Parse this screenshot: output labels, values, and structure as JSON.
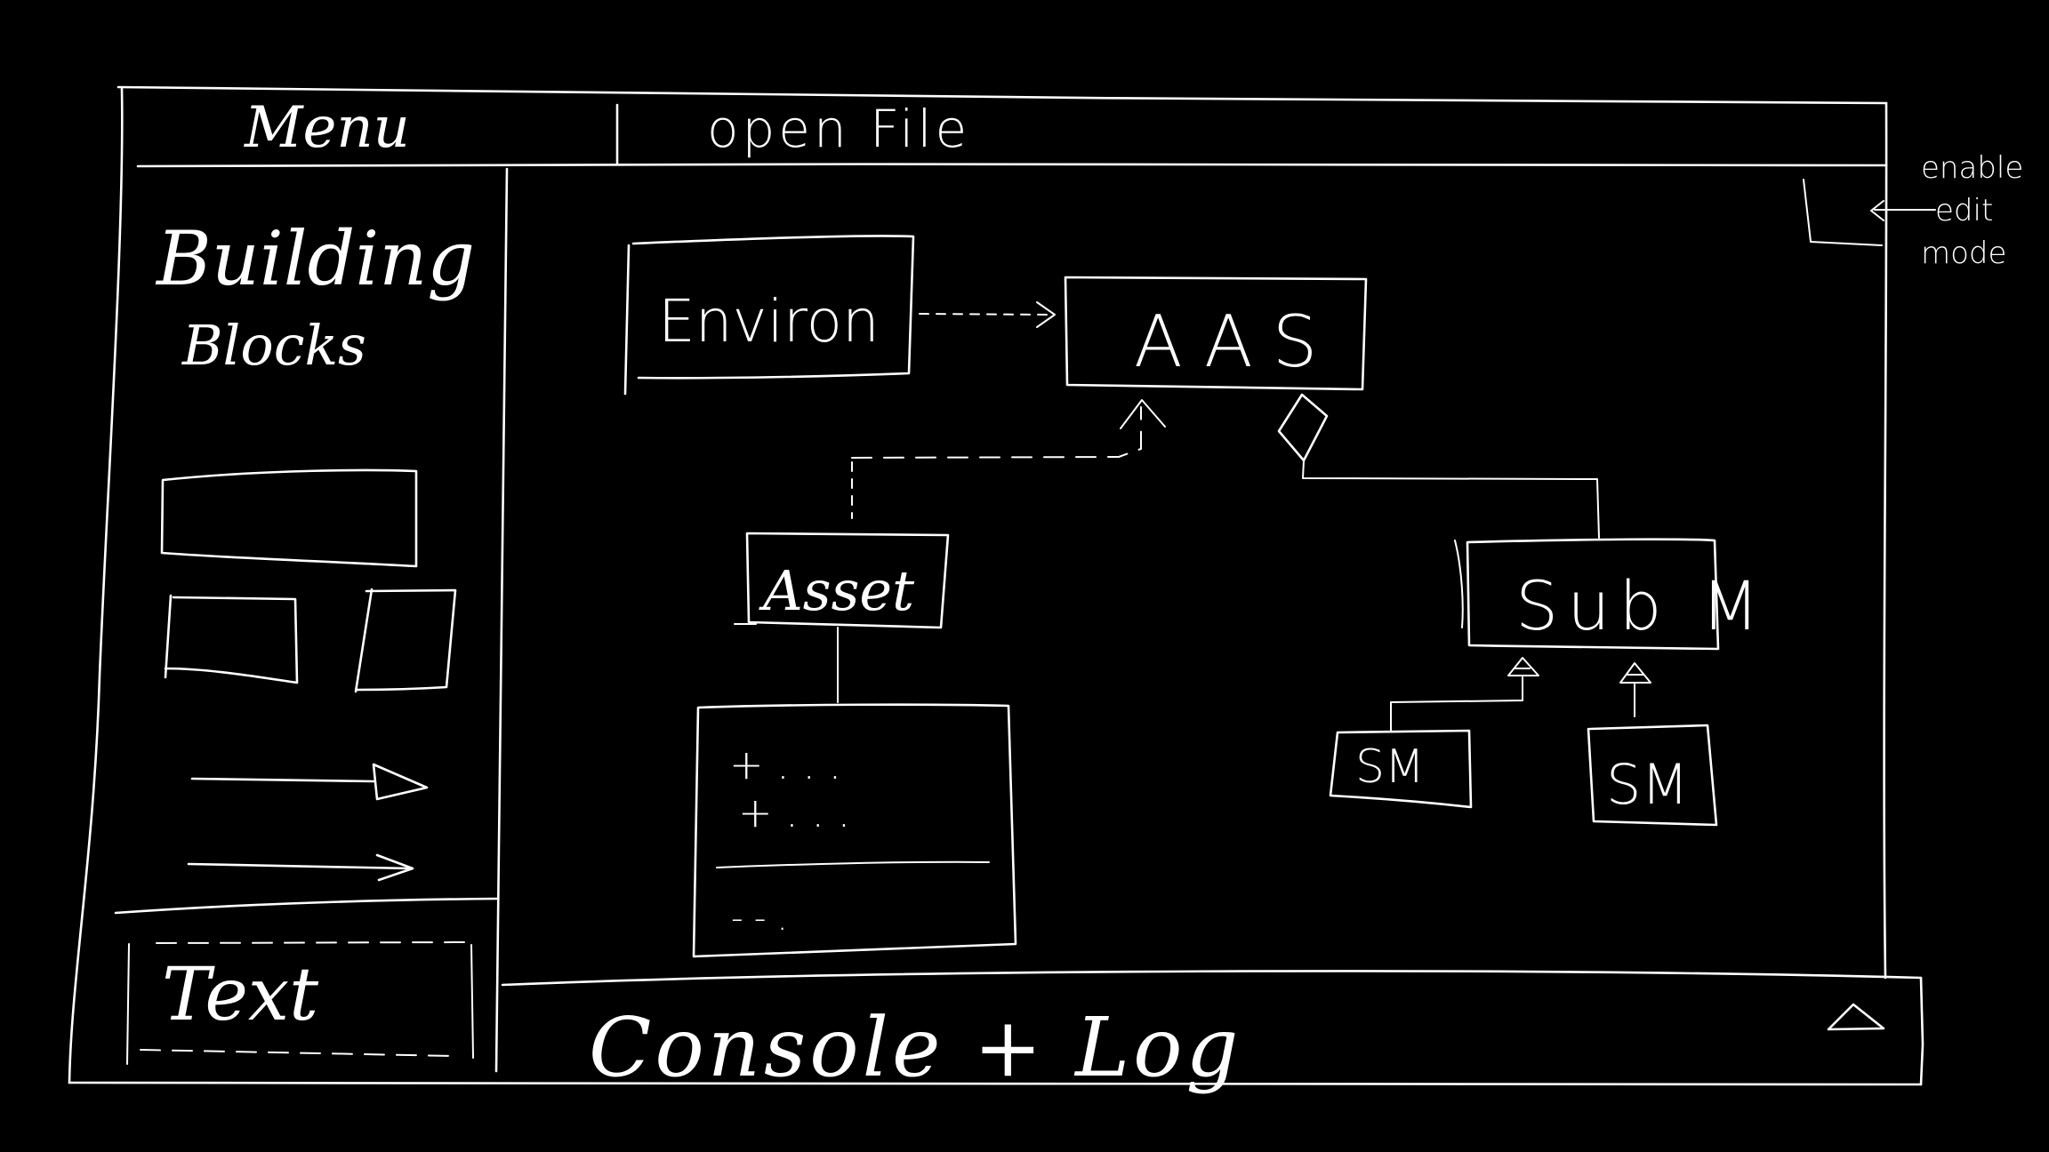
{
  "menu_bar": {
    "menu_label": "Menu",
    "open_file_label": "open File"
  },
  "edit_mode_note": {
    "line1": "enable",
    "line2": "edit",
    "line3": "mode"
  },
  "palette": {
    "title_line1": "Building",
    "title_line2": "Blocks"
  },
  "text_panel": {
    "label": "Text"
  },
  "canvas": {
    "environment_label": "Environ",
    "aas_label": "AAS",
    "asset_label": "Asset",
    "asset_attr_1": "+ . . .",
    "asset_attr_2": "+ . . .",
    "asset_method": "- - .",
    "submodel_label": "Sub M",
    "sm_left_label": "SM",
    "sm_right_label": "SM"
  },
  "console": {
    "label": "Console + Log"
  },
  "icons": {
    "collapse": "triangle-up-icon",
    "edit_toggle": "bracket-icon"
  },
  "colors": {
    "background": "#000000",
    "ink": "#ffffff"
  }
}
